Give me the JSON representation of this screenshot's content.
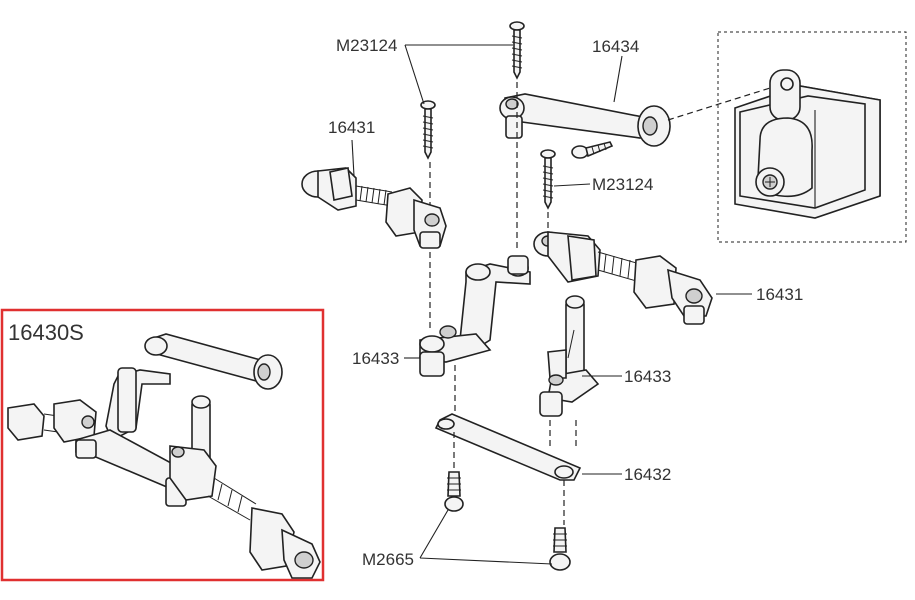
{
  "labels": {
    "screw_top": "M23124",
    "servo_saver_arm": "16434",
    "turnbuckle_left": "16431",
    "screw_mid": "M23124",
    "turnbuckle_right": "16431",
    "bellcrank_left": "16433",
    "bellcrank_right": "16433",
    "drag_link": "16432",
    "screw_bottom": "M2665"
  },
  "inset": {
    "title": "16430S",
    "border_color": "#e03030"
  },
  "colors": {
    "line": "#222222",
    "fill": "#f4f4f4"
  }
}
